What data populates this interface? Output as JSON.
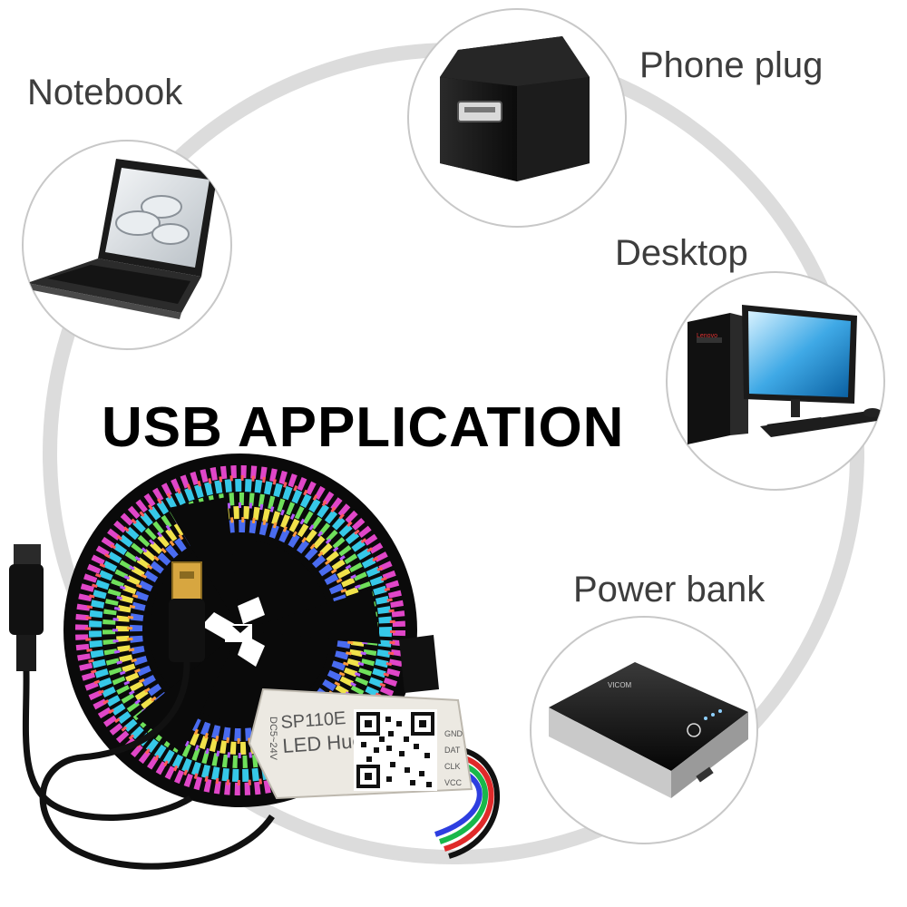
{
  "title": "USB APPLICATION",
  "devices": [
    {
      "key": "notebook",
      "label": "Notebook"
    },
    {
      "key": "phone_plug",
      "label": "Phone plug"
    },
    {
      "key": "desktop",
      "label": "Desktop"
    },
    {
      "key": "power_bank",
      "label": "Power bank"
    }
  ],
  "controller": {
    "model": "SP110E",
    "name": "LED Hue",
    "voltage": "DC5~24V",
    "pins": [
      "GND",
      "DAT",
      "CLK",
      "VCC"
    ]
  },
  "power_bank_brand": "VICOM",
  "desktop_brand": "Lenovo",
  "colors": {
    "ring": "#dcdcdc",
    "circle_border": "#c8c8c8",
    "label_text": "#3d3d3d",
    "title_text": "#000000"
  }
}
